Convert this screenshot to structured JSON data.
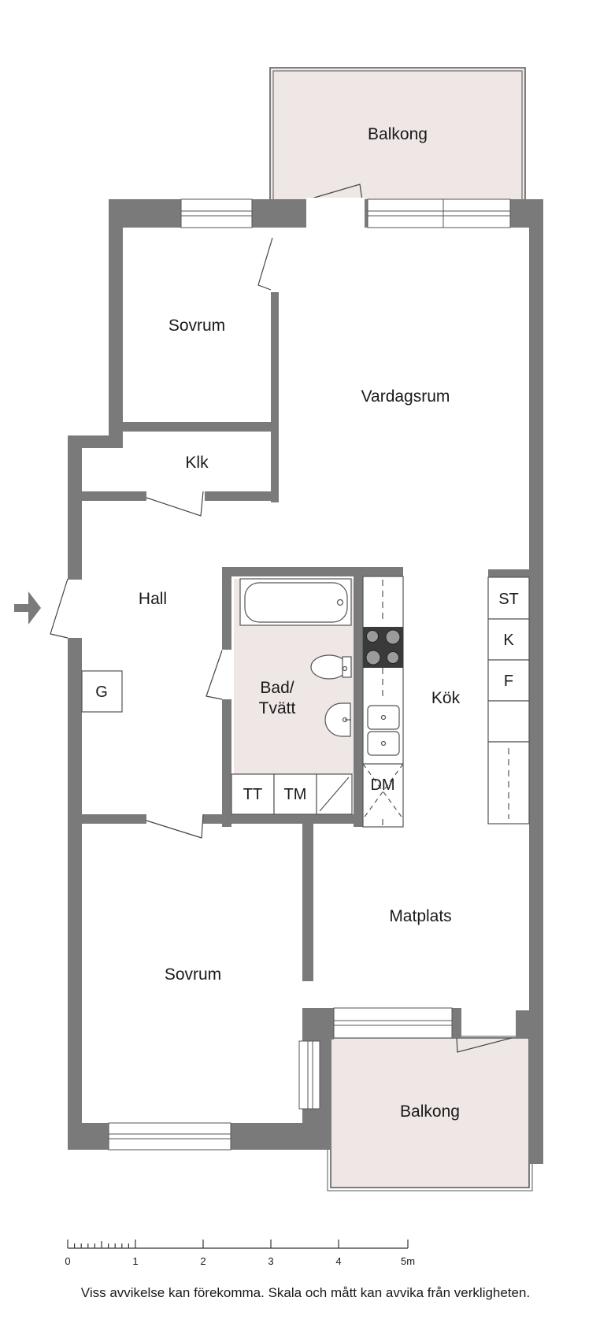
{
  "rooms": {
    "balkong_top": "Balkong",
    "sovrum_top": "Sovrum",
    "vardagsrum": "Vardagsrum",
    "klk": "Klk",
    "hall": "Hall",
    "bad": "Bad/",
    "tvatt": "Tvätt",
    "kok": "Kök",
    "matplats": "Matplats",
    "sovrum_bottom": "Sovrum",
    "balkong_bottom": "Balkong"
  },
  "fixtures": {
    "g": "G",
    "st": "ST",
    "k": "K",
    "f": "F",
    "tt": "TT",
    "tm": "TM",
    "dm": "DM"
  },
  "scale": {
    "labels": [
      "0",
      "1",
      "2",
      "3",
      "4",
      "5m"
    ]
  },
  "disclaimer": "Viss avvikelse kan förekomma. Skala och mått kan avvika från verkligheten.",
  "colors": {
    "wall": "#7a7a7b",
    "balcony": "#efe7e5",
    "bathroom": "#efe7e5",
    "line": "#555555"
  }
}
